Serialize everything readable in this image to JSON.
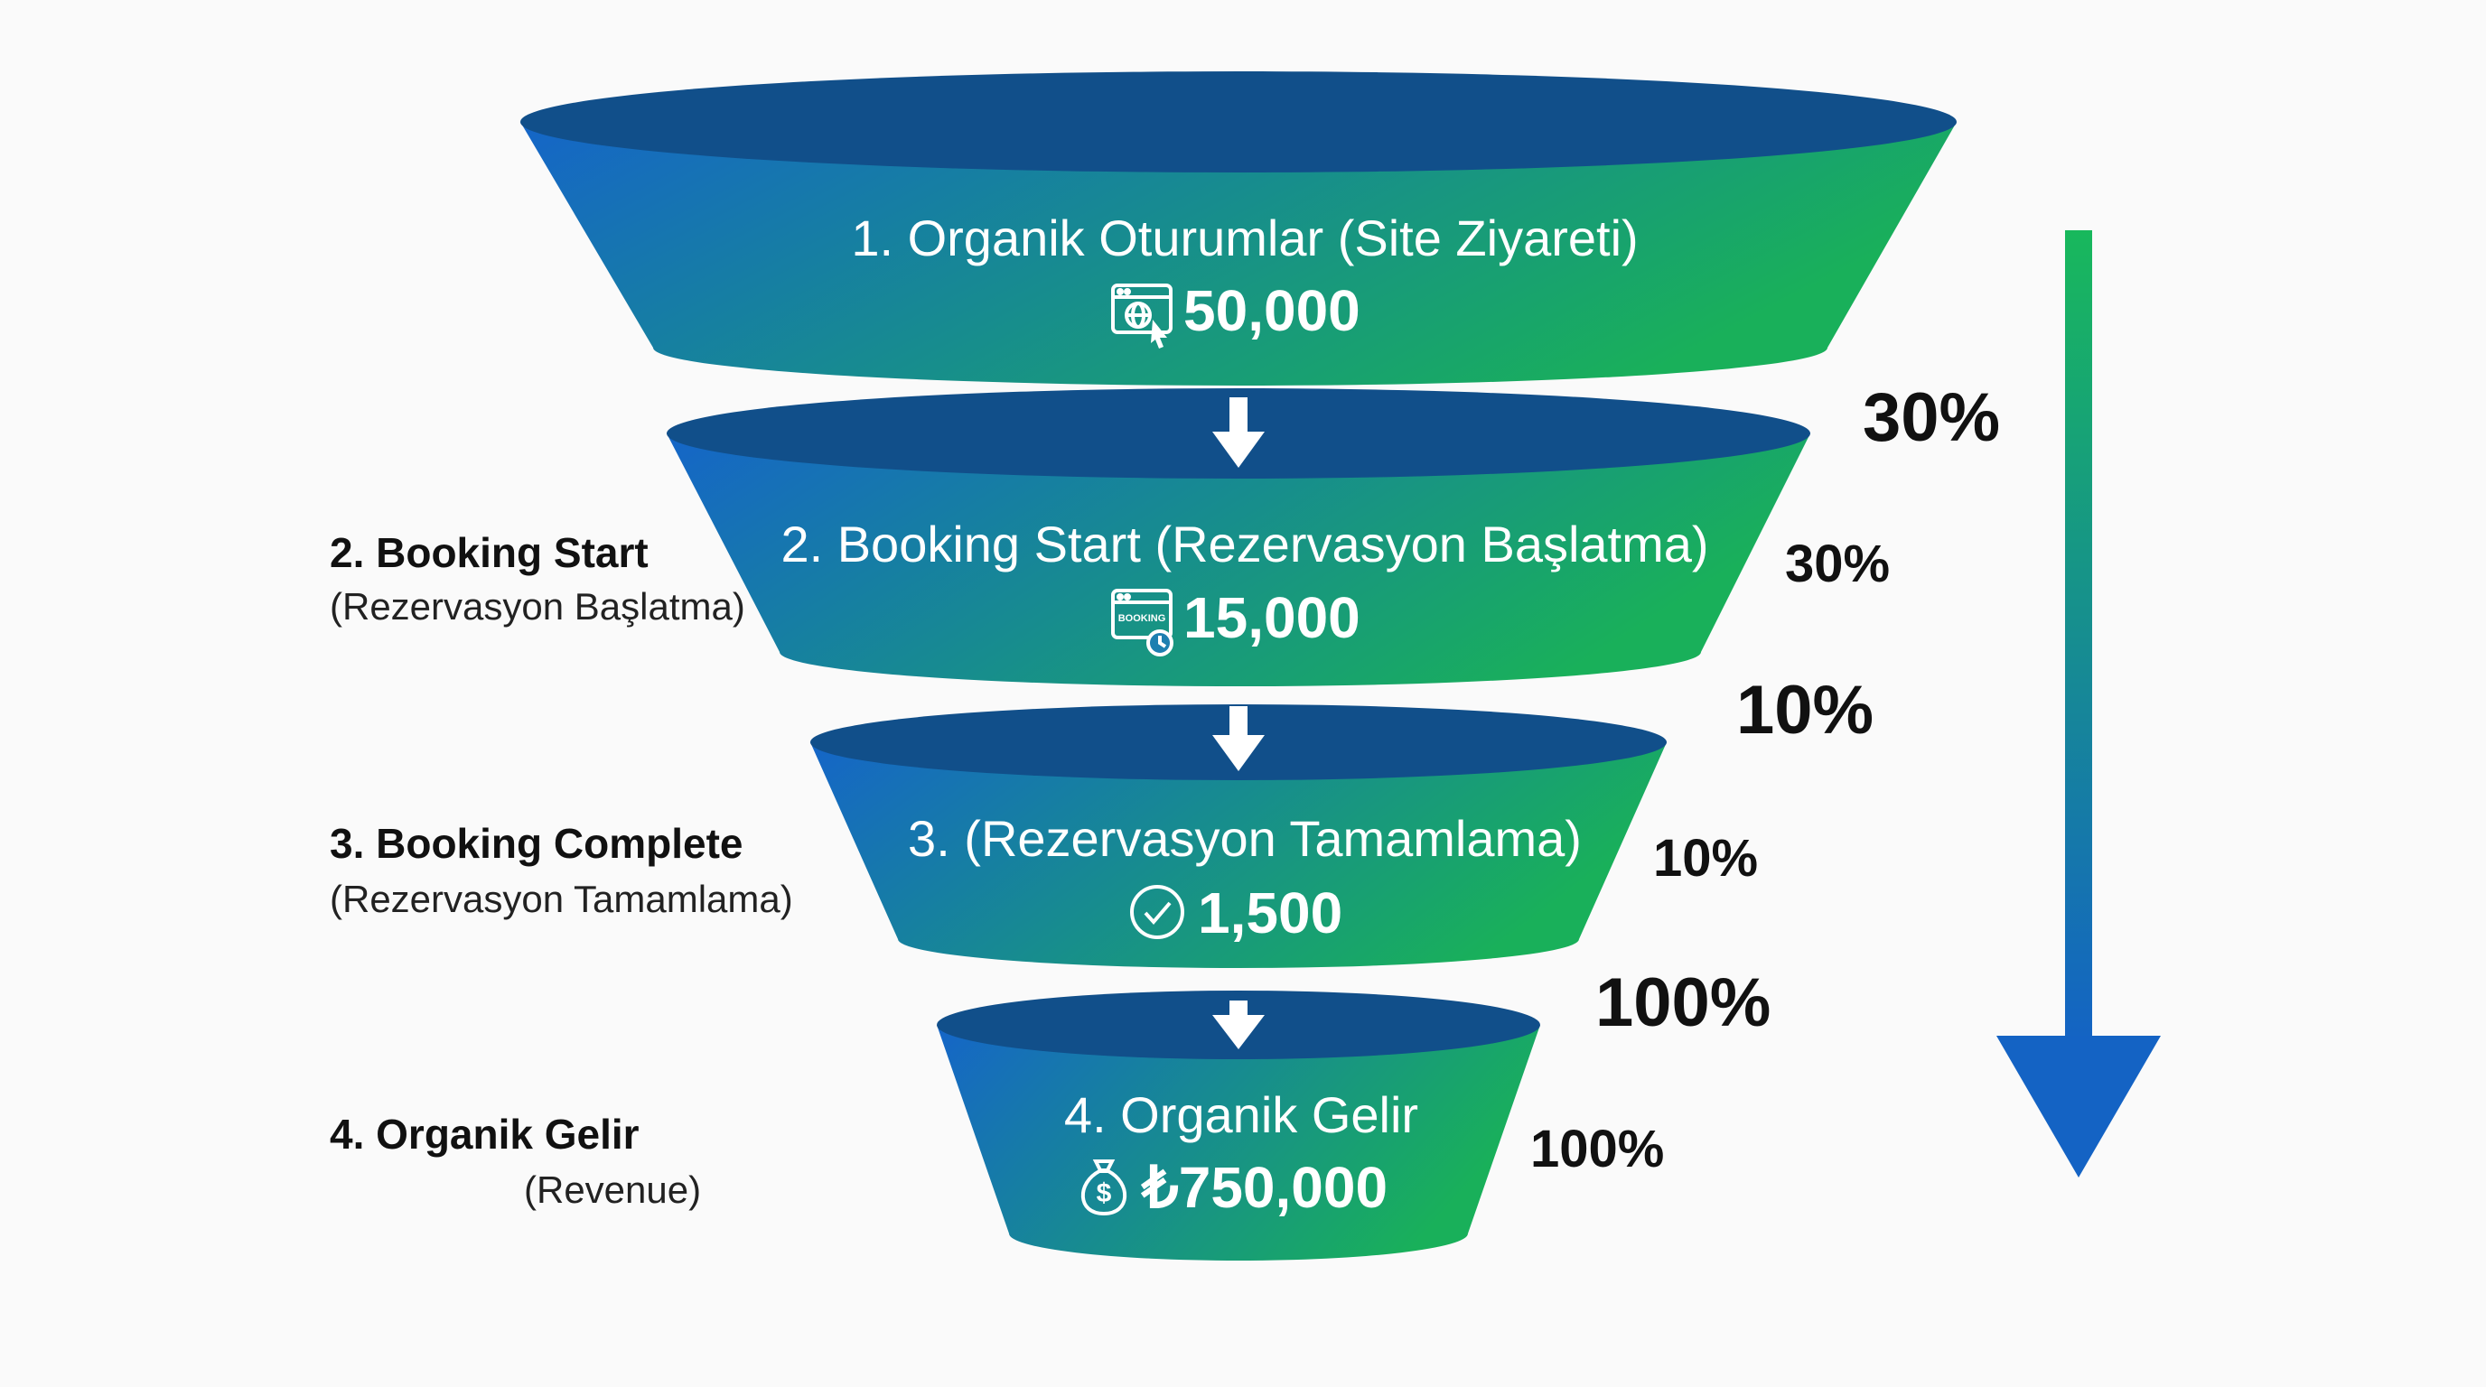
{
  "colors": {
    "funnel_gradient_start": "#1565c8",
    "funnel_gradient_end": "#19b05a",
    "funnel_top_ellipse": "#114f8a",
    "arrow_gradient_top": "#18b85c",
    "arrow_gradient_bottom": "#1463c4",
    "text_dark": "#111111"
  },
  "stages": [
    {
      "title": "1. Organik Oturumlar (Site Ziyareti)",
      "value": "50,000",
      "icon": "browser-globe-cursor-icon"
    },
    {
      "title": "2. Booking Start (Rezervasyon Başlatma)",
      "value": "15,000",
      "icon": "booking-calendar-clock-icon",
      "icon_text": "BOOKING"
    },
    {
      "title": "3. (Rezervasyon Tamamlama)",
      "value": "1,500",
      "icon": "check-circle-icon"
    },
    {
      "title": "4. Organik Gelir",
      "value": "₺750,000",
      "icon": "money-bag-icon"
    }
  ],
  "side_labels": [
    {
      "title": "2. Booking Start",
      "subtitle": "(Rezervasyon Başlatma)"
    },
    {
      "title": "3. Booking Complete",
      "subtitle": "(Rezervasyon Tamamlama)"
    },
    {
      "title": "4. Organik Gelir",
      "subtitle": "(Revenue)"
    }
  ],
  "conversion_rates": {
    "large": [
      "30%",
      "10%",
      "100%"
    ],
    "small": [
      "30%",
      "10%",
      "100%"
    ]
  }
}
